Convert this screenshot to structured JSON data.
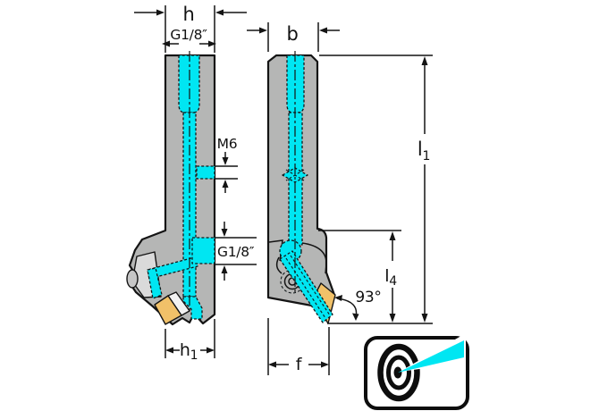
{
  "drawing": {
    "title": "toolholder-dimension-drawing",
    "side_view": {
      "dim_shank_height": "h",
      "dim_coolant_port_top": "G1/8″",
      "dim_plug_thread": "M6",
      "dim_coolant_port_side": "G1/8″",
      "dim_head_width": {
        "base": "h",
        "sub": "1"
      }
    },
    "front_view": {
      "dim_shank_width": "b",
      "dim_overall_length": {
        "base": "l",
        "sub": "1"
      },
      "dim_head_length": {
        "base": "l",
        "sub": "4"
      },
      "dim_entering_angle": "93°",
      "dim_tip_offset": "f"
    },
    "icon": {
      "name": "precision-coolant-target-icon"
    }
  },
  "colors": {
    "body": "#b5b6b5",
    "facet": "#dadada",
    "clamp": "#c6c6c6",
    "coolant": "#00e6f2",
    "insert": "#f1c169",
    "shim": "#f2f2f2",
    "line": "#141414",
    "background": "#ffffff"
  }
}
